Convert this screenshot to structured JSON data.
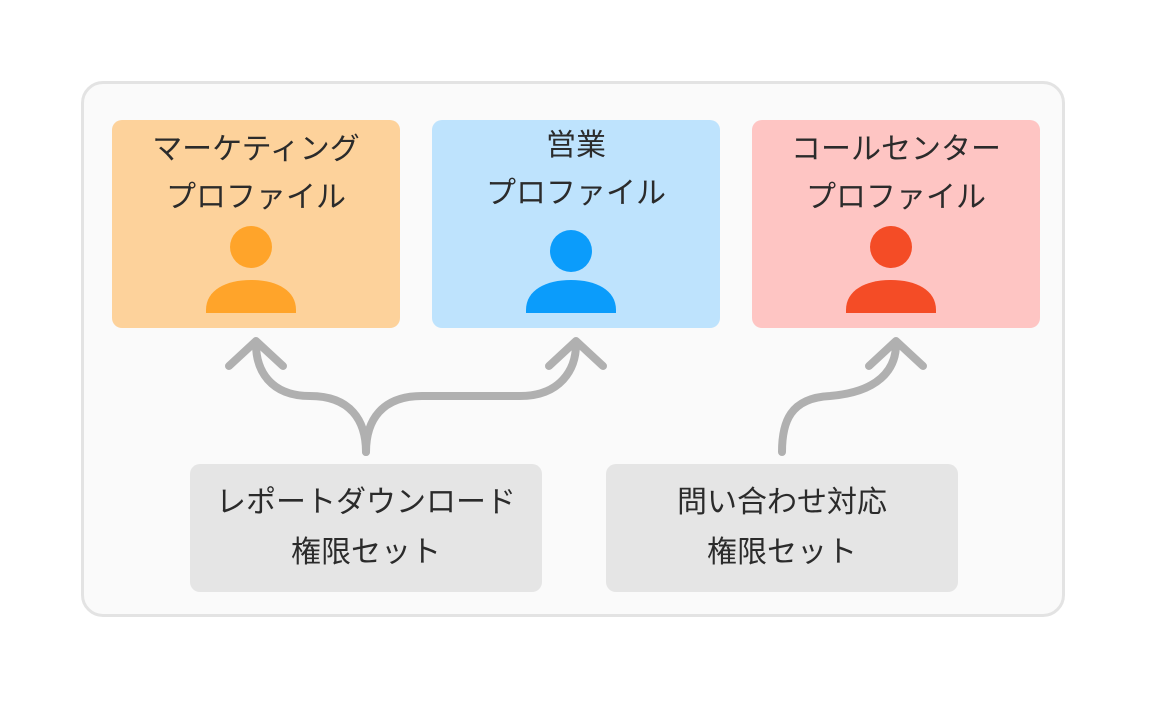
{
  "profiles": [
    {
      "line1": "マーケティング",
      "line2": "プロファイル",
      "bg": "#fdd29b",
      "icon_color": "#ffa42a",
      "icon": "person-icon"
    },
    {
      "line1": "営業",
      "line2": "プロファイル",
      "bg": "#bee3fd",
      "icon_color": "#0b9cfb",
      "icon": "person-icon"
    },
    {
      "line1": "コールセンター",
      "line2": "プロファイル",
      "bg": "#fec5c3",
      "icon_color": "#f44c26",
      "icon": "person-icon"
    }
  ],
  "permission_sets": [
    {
      "line1": "レポートダウンロード",
      "line2": "権限セット"
    },
    {
      "line1": "問い合わせ対応",
      "line2": "権限セット"
    }
  ],
  "connections": [
    {
      "from": "レポートダウンロード 権限セット",
      "to": "マーケティング プロファイル"
    },
    {
      "from": "レポートダウンロード 権限セット",
      "to": "営業 プロファイル"
    },
    {
      "from": "問い合わせ対応 権限セット",
      "to": "コールセンター プロファイル"
    }
  ],
  "colors": {
    "frame_border": "#e3e3e3",
    "frame_bg": "#fafafa",
    "permset_bg": "#e5e5e5",
    "arrow": "#b0b0b0",
    "text": "#2b2b2b"
  }
}
